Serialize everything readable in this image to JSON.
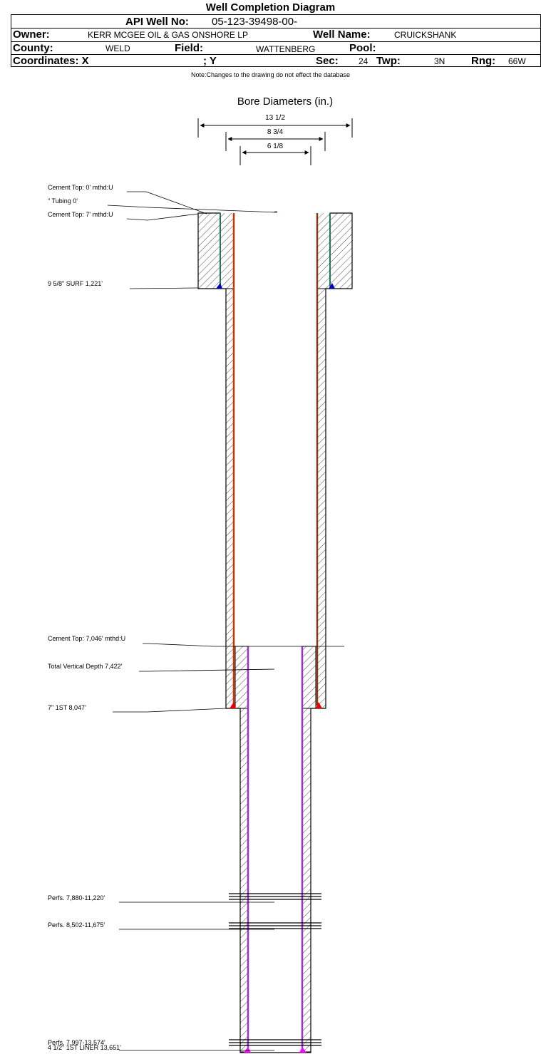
{
  "title": "Well Completion Diagram",
  "header": {
    "api_label": "API Well No:",
    "api_value": "05-123-39498-00-",
    "owner_label": "Owner:",
    "owner_value": "KERR MCGEE OIL & GAS ONSHORE LP",
    "well_name_label": "Well Name:",
    "well_name_value": "CRUICKSHANK",
    "county_label": "County:",
    "county_value": "WELD",
    "field_label": "Field:",
    "field_value": "WATTENBERG",
    "pool_label": "Pool:",
    "pool_value": "",
    "coord_label": "Coordinates: X",
    "coord_y_label": "; Y",
    "sec_label": "Sec:",
    "sec_value": "24",
    "twp_label": "Twp:",
    "twp_value": "3N",
    "rng_label": "Rng:",
    "rng_value": "66W"
  },
  "note": "Note:Changes to the drawing do not effect the database",
  "bore_diameters": {
    "title": "Bore Diameters (in.)",
    "dims": [
      "13 1/2",
      "8 3/4",
      "6 1/8"
    ]
  },
  "annotations": {
    "cement_top_1": "Cement Top: 0' mthd:U",
    "tubing": "\" Tubing 0'",
    "cement_top_2": "Cement Top: 7' mthd:U",
    "surf_casing": "9 5/8\" SURF      1,221'",
    "cement_top_3": "Cement Top: 7,046' mthd:U",
    "tvd": "Total Vertical Depth 7,422'",
    "first_casing": "7\" 1ST       8,047'",
    "perfs_1": "Perfs. 7,880-11,220'",
    "perfs_2": "Perfs. 8,502-11,675'",
    "perfs_3": "Perfs. 7,997-13,574'",
    "liner": "4 1/2\" 1ST LINER  13,651'"
  },
  "colors": {
    "surface_casing": "#1a7a5a",
    "production_casing": "#cc3300",
    "liner": "#9933cc",
    "shoe_surface": "#0000cc",
    "shoe_production": "#ee0000",
    "shoe_liner": "#ff00ff"
  }
}
